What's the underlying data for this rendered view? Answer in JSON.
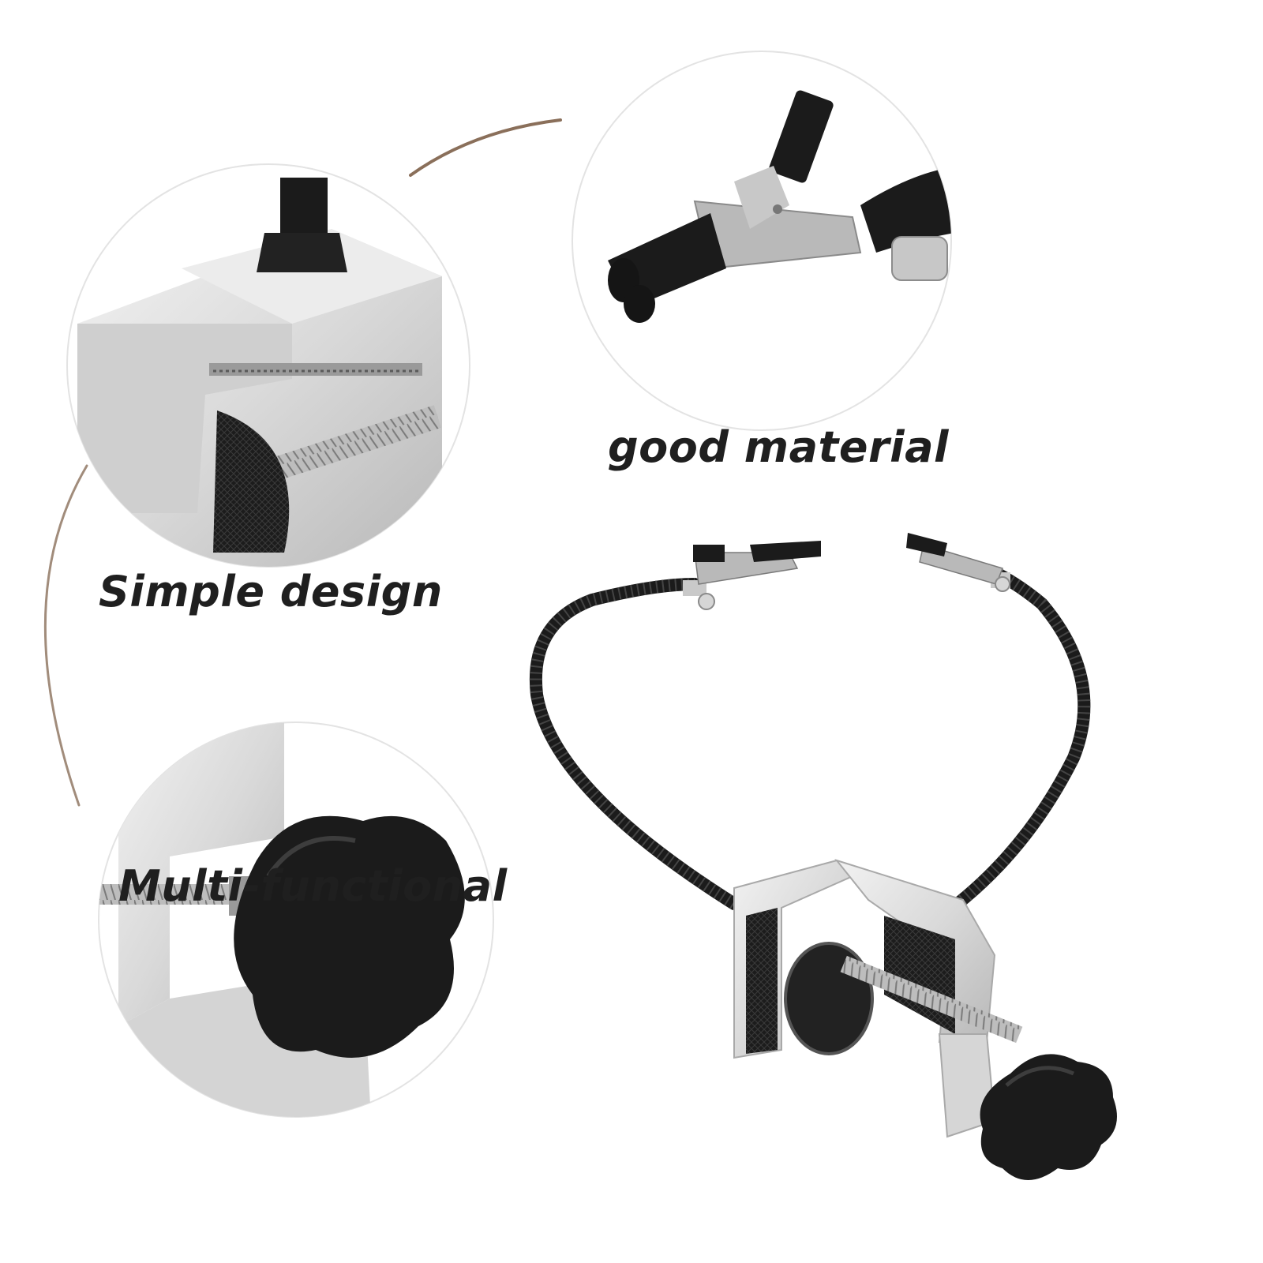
{
  "captions": {
    "good_material": "good material",
    "simple_design": "Simple design",
    "multi_functional": "Multi-functional"
  },
  "colors": {
    "background": "#ffffff",
    "caption_text": "#1f1f1f",
    "decorative_arc": "#8a6f5a",
    "metal_light": "#e6e6e6",
    "metal_mid": "#c4c4c4",
    "knob_black": "#1b1b1b",
    "steel": "#a6a6a6"
  },
  "icons": {
    "alligator_clip": "alligator-clip-icon",
    "gooseneck_arm": "gooseneck-arm-icon",
    "bench_clamp": "bench-clamp-icon",
    "star_knob": "star-knob-icon"
  }
}
